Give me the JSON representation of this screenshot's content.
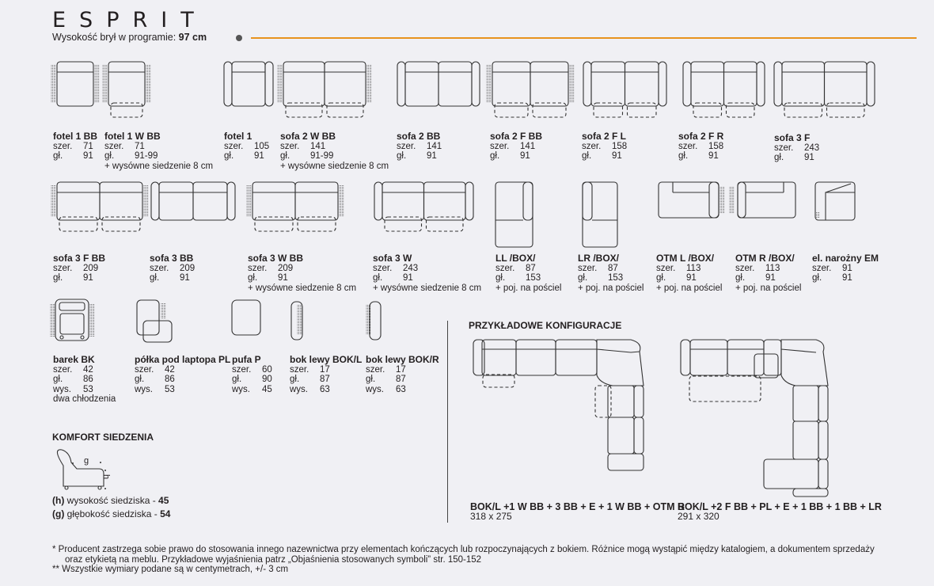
{
  "header": {
    "title": "ESPRIT",
    "subtitle_label": "Wysokość brył w programie:",
    "subtitle_value": "97 cm",
    "accent_color": "#e8931d"
  },
  "labels": {
    "w": "szer.",
    "d": "gł.",
    "h": "wys."
  },
  "items": [
    {
      "name": "fotel 1 BB",
      "w": "71",
      "d": "91"
    },
    {
      "name": "fotel 1 W BB",
      "w": "71",
      "d": "91-99",
      "extra": "+ wysówne siedzenie 8 cm"
    },
    {
      "name": "fotel 1",
      "w": "105",
      "d": "91"
    },
    {
      "name": "sofa 2 W BB",
      "w": "141",
      "d": "91-99",
      "extra": "+ wysówne siedzenie 8 cm"
    },
    {
      "name": "sofa 2 BB",
      "w": "141",
      "d": "91"
    },
    {
      "name": "sofa 2 F BB",
      "w": "141",
      "d": "91"
    },
    {
      "name": "sofa 2 F L",
      "w": "158",
      "d": "91"
    },
    {
      "name": "sofa 2 F R",
      "w": "158",
      "d": "91"
    },
    {
      "name": "sofa 3 F",
      "w": "243",
      "d": "91"
    },
    {
      "name": "sofa 3 F BB",
      "w": "209",
      "d": "91"
    },
    {
      "name": "sofa 3 BB",
      "w": "209",
      "d": "91"
    },
    {
      "name": "sofa 3 W BB",
      "w": "209",
      "d": "91",
      "extra": "+ wysówne siedzenie 8 cm"
    },
    {
      "name": "sofa 3 W",
      "w": "243",
      "d": "91",
      "extra": "+ wysówne siedzenie 8 cm"
    },
    {
      "name": "LL /BOX/",
      "w": "87",
      "d": "153",
      "extra": "+ poj. na pościel"
    },
    {
      "name": "LR /BOX/",
      "w": "87",
      "d": "153",
      "extra": "+ poj. na pościel"
    },
    {
      "name": "OTM L /BOX/",
      "w": "113",
      "d": "91",
      "extra": "+ poj. na pościel"
    },
    {
      "name": "OTM R /BOX/",
      "w": "113",
      "d": "91",
      "extra": "+ poj. na pościel"
    },
    {
      "name": "el. narożny EM",
      "w": "91",
      "d": "91"
    },
    {
      "name": "barek BK",
      "w": "42",
      "d": "86",
      "h": "53",
      "extra": "dwa chłodzenia"
    },
    {
      "name": "półka pod laptopa PL",
      "w": "42",
      "d": "86",
      "h": "53"
    },
    {
      "name": "pufa P",
      "w": "60",
      "d": "90",
      "h": "45"
    },
    {
      "name": "bok lewy BOK/L",
      "w": "17",
      "d": "87",
      "h": "63"
    },
    {
      "name": "bok lewy BOK/R",
      "w": "17",
      "d": "87",
      "h": "63"
    }
  ],
  "comfort": {
    "title": "KOMFORT SIEDZENIA",
    "g_mark": "g",
    "h_mark": "h",
    "h_key": "(h)",
    "h_label": "wysokość siedziska -",
    "h_value": "45",
    "g_key": "(g)",
    "g_label": "głębokość siedziska -",
    "g_value": "54"
  },
  "configs": {
    "title": "PRZYKŁADOWE KONFIGURACJE",
    "list": [
      {
        "formula": "BOK/L +1 W BB + 3 BB + E + 1 W BB + OTM R",
        "size": "318 x 275"
      },
      {
        "formula": "BOK/L +2 F BB + PL + E + 1 BB + 1 BB + LR",
        "size": "291 x 320"
      }
    ]
  },
  "footnotes": [
    "*  Producent zastrzega sobie prawo do stosowania innego nazewnictwa przy elementach kończących lub rozpoczynających z bokiem. Różnice mogą wystąpić między katalogiem, a dokumentem sprzedaży oraz etykietą na meblu. Przykładowe wyjaśnienia patrz „Objaśnienia stosowanych symboli” str. 150-152",
    "** Wszystkie wymiary podane są w centymetrach, +/- 3 cm"
  ]
}
